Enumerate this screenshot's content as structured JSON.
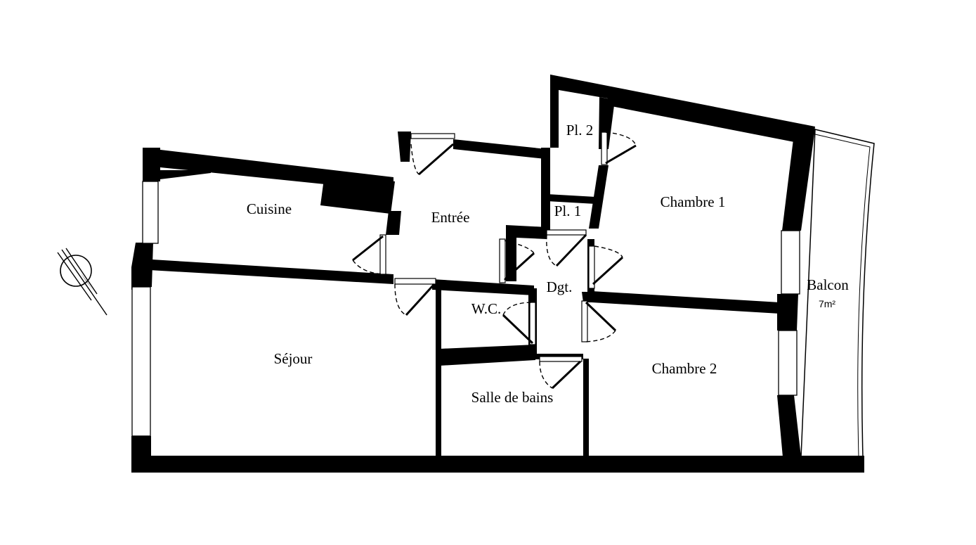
{
  "plan": {
    "rooms": {
      "cuisine": "Cuisine",
      "entree": "Entrée",
      "pl2": "Pl. 2",
      "pl1": "Pl. 1",
      "chambre1": "Chambre 1",
      "dgt": "Dgt.",
      "wc": "W.C.",
      "sejour": "Séjour",
      "salle_de_bains": "Salle de bains",
      "chambre2": "Chambre 2",
      "balcon": "Balcon",
      "balcon_area": "7m²"
    },
    "colors": {
      "wall": "#000000",
      "background": "#ffffff"
    },
    "icons": [
      "north-arrow-icon"
    ]
  }
}
